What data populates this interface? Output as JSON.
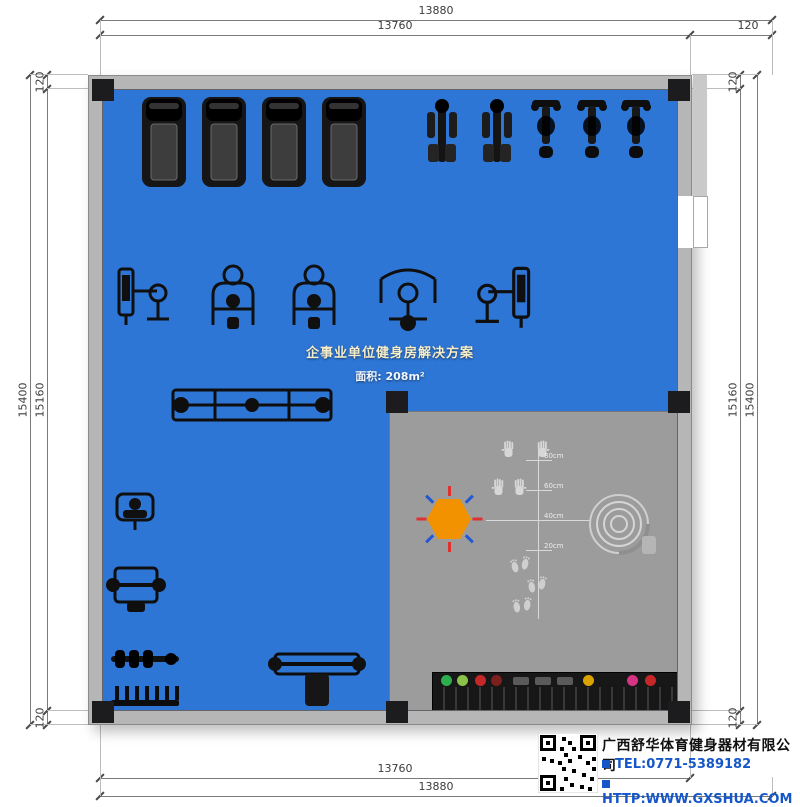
{
  "dims": {
    "top_overall": "13880",
    "top_inner": "13760",
    "top_wall": "120",
    "left_overall": "15400",
    "left_inner": "15160",
    "left_wall_top": "120",
    "left_wall_bottom": "120",
    "right_inner": "15160",
    "right_overall": "15400",
    "right_wall_top": "120",
    "right_wall_bottom": "120",
    "bottom_inner": "13760",
    "bottom_overall": "13880"
  },
  "plan": {
    "title": "企事业单位健身房解决方案",
    "area": "面积: 208m²"
  },
  "zone": {
    "ruler": [
      "80cm",
      "60cm",
      "40cm",
      "20cm"
    ]
  },
  "company": {
    "name": "广西舒华体育健身器材有限公司",
    "tel": "TEL:0771-5389182",
    "url": "HTTP:WWW.GXSHUA.COM"
  },
  "colors": {
    "floor_blue": "#2e76d6",
    "zone_gray": "#9c9c9c",
    "wall_gray": "#b6b6b6",
    "hexagon_orange": "#f39200",
    "company_blue": "#1557c9"
  }
}
